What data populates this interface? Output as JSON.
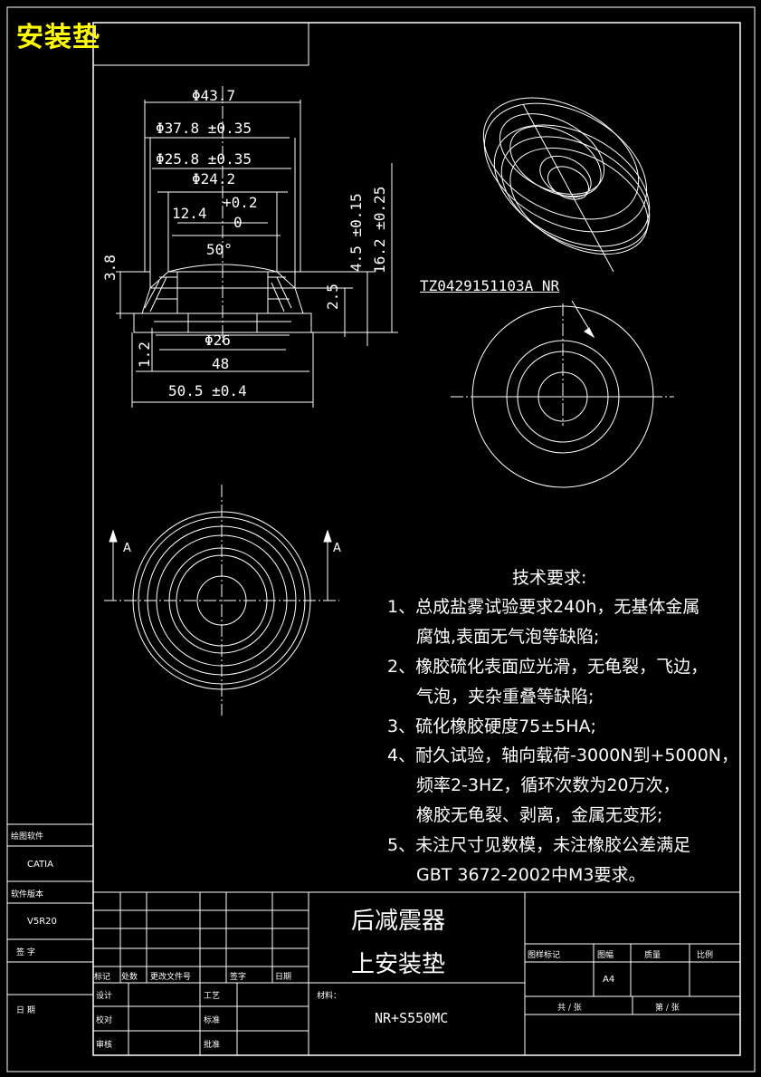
{
  "title_corner": "安装垫",
  "dimensions": {
    "d43_7": "Φ43.7",
    "d37_8": "Φ37.8 ±0.35",
    "d25_8": "Φ25.8 ±0.35",
    "d24_2": "Φ24.2",
    "d12_4": "12.4",
    "tol_plus": "+0.2",
    "tol_zero": "0",
    "angle50": "50°",
    "h3_8": "3.8",
    "h1_2": "1.2",
    "h2_5": "2.5",
    "h4_5": "4.5 ±0.15",
    "h16_2": "16.2 ±0.25",
    "d26": "Φ26",
    "w48": "48",
    "w50_5": "50.5 ±0.4"
  },
  "part_marking": "TZ0429151103A  NR",
  "section_label": "A",
  "requirements": {
    "heading": "技术要求:",
    "lines": [
      "1、总成盐雾试验要求240h，无基体金属",
      "腐蚀,表面无气泡等缺陷;",
      "2、橡胶硫化表面应光滑，无龟裂，飞边，",
      "气泡，夹杂重叠等缺陷;",
      "3、硫化橡胶硬度75±5HA;",
      "4、耐久试验，轴向载荷-3000N到+5000N，",
      "频率2-3HZ，循环次数为20万次，",
      "橡胶无龟裂、剥离，金属无变形;",
      "5、未注尺寸见数模，未注橡胶公差满足",
      "GBT 3672-2002中M3要求。"
    ]
  },
  "side_table": {
    "software_label": "绘图软件",
    "software_value": "CATIA",
    "version_label": "软件版本",
    "version_value": "V5R20",
    "sign_label": "签    字",
    "date_label": "日    期"
  },
  "title_block": {
    "product_line1": "后减震器",
    "product_line2": "上安装垫",
    "material_label": "材料：",
    "material_value": "NR+S550MC",
    "rev_headers": [
      "标记",
      "处数",
      "更改文件号",
      "签字",
      "日期"
    ],
    "design": "设计",
    "check": "校对",
    "review": "审核",
    "process": "工艺",
    "standard": "标准",
    "approve": "批准",
    "drawing_mark": "图样标记",
    "sheet_size_label": "图幅",
    "mass_label": "质量",
    "scale_label": "比例",
    "sheet_size": "A4",
    "scale_value": "",
    "total_sheets": "共 / 张",
    "sheet_no": "第 / 张"
  }
}
